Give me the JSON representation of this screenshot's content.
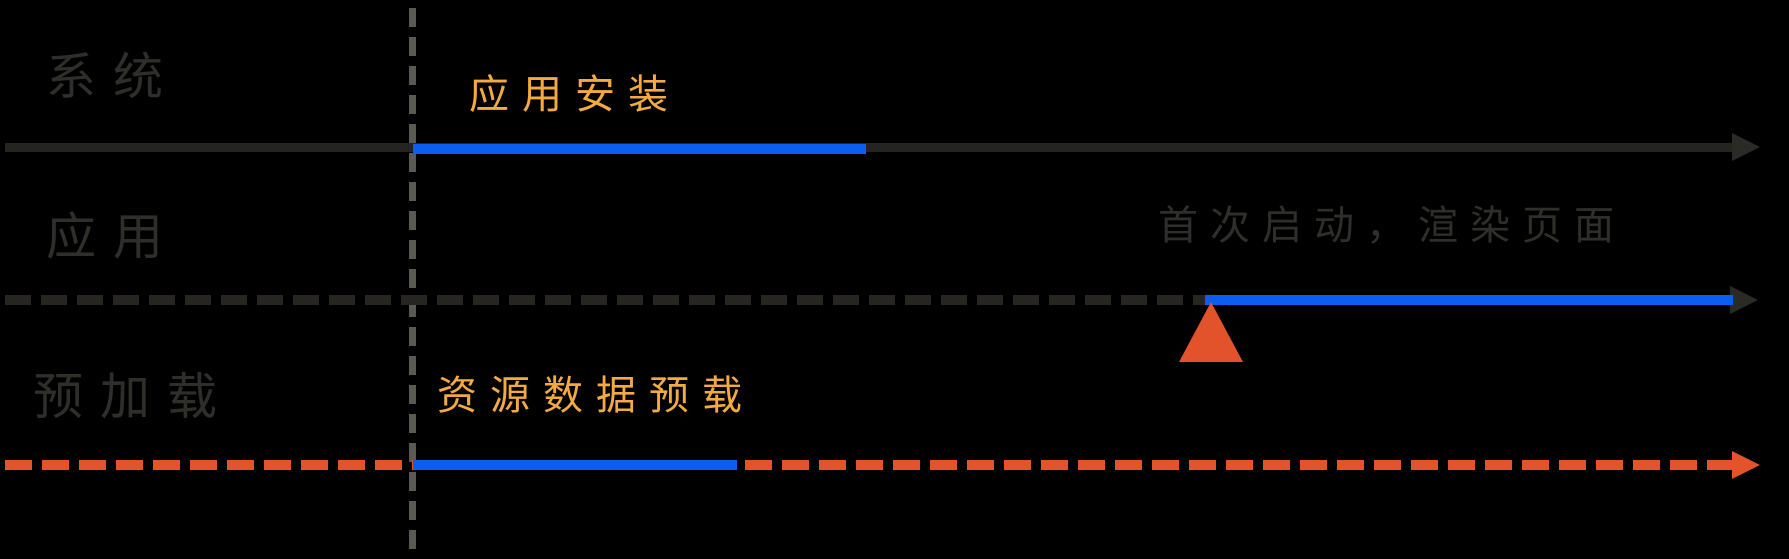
{
  "diagram": {
    "title": "app-preload-timeline",
    "background_color": "#000000",
    "colors": {
      "lane_text_dim": "#2e2e2a",
      "track_dark": "#242420",
      "guide_gray": "#5a5a52",
      "segment_blue": "#0b5ff0",
      "dash_orange": "#e5532b",
      "label_amber": "#f3ab41",
      "marker_orange": "#e2522b"
    },
    "guide_line": {
      "style": "vertical-dashed",
      "color": "#5a5a52"
    },
    "rows": [
      {
        "lane_label": "系统",
        "track_style": "solid-dark-arrow",
        "segment": {
          "label": "应用安装",
          "color": "#0b5ff0"
        }
      },
      {
        "lane_label": "应用",
        "track_style": "dashed-dark-arrow",
        "annotation": "首次启动，渲染页面",
        "segment": {
          "label": "",
          "color": "#0b5ff0"
        },
        "marker": {
          "shape": "triangle-up",
          "color": "#e2522b"
        }
      },
      {
        "lane_label": "预加载",
        "track_style": "dashed-orange-arrow",
        "segment": {
          "label": "资源数据预载",
          "color": "#0b5ff0"
        }
      }
    ]
  }
}
